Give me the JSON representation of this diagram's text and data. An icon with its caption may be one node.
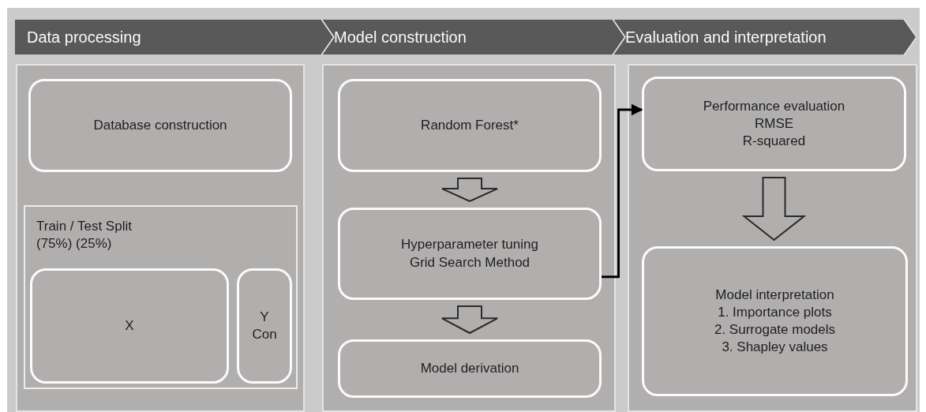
{
  "diagram": {
    "nodes": [
      {
        "text": [
          "Data processing"
        ]
      },
      {
        "text": [
          "Model construction"
        ]
      },
      {
        "text": [
          "Evaluation and interpretation"
        ]
      },
      {
        "text": [],
        "shape": "box"
      },
      {
        "text": [
          "Database construction"
        ],
        "in": 3
      },
      {
        "text": [
          "Train / Test Split (75%) (25%)"
        ],
        "in": 3
      },
      {
        "text": [
          "X"
        ],
        "in": 5
      },
      {
        "text": [
          "Y Con"
        ],
        "in": 5
      },
      {
        "text": [],
        "shape": "box"
      },
      {
        "text": [
          "Random Forest*"
        ],
        "in": 8
      },
      {
        "text": [
          "Hyperparameter tuning Grid Search Method"
        ],
        "in": 8
      },
      {
        "text": [
          "Model derivation"
        ],
        "in": 8
      },
      {
        "text": [],
        "shape": "box"
      },
      {
        "text": [
          "Performance evaluation",
          "RMSE",
          "R-squared"
        ],
        "in": 12
      },
      {
        "text": [
          "Model interpretation",
          "1. Importance plots",
          "2. Surrogate models",
          "3. Shapley values"
        ],
        "in": 12
      }
    ],
    "edges": [
      {
        "from": 9,
        "to": 10,
        "arrow": "to"
      },
      {
        "from": 10,
        "to": 11,
        "arrow": "to"
      },
      {
        "from": 10,
        "to": 13,
        "arrow": "to",
        "color": "#000000"
      },
      {
        "from": 13,
        "to": 14,
        "arrow": "to"
      }
    ]
  }
}
